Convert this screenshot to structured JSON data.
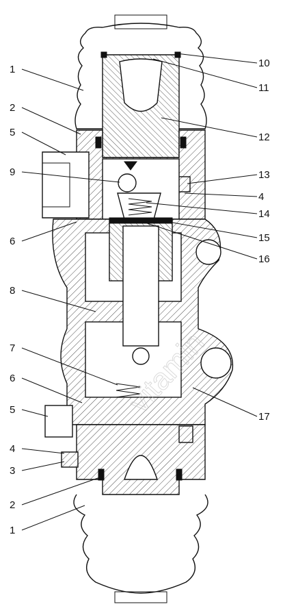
{
  "callouts": {
    "left": [
      "1",
      "2",
      "5",
      "9",
      "6",
      "8",
      "7",
      "6",
      "5",
      "4",
      "3",
      "2",
      "1"
    ],
    "right": [
      "10",
      "11",
      "12",
      "13",
      "4",
      "14",
      "15",
      "16",
      "17"
    ]
  },
  "watermark": "vitamin"
}
